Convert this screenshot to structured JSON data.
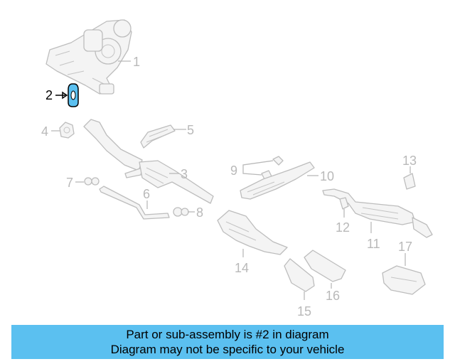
{
  "callouts": {
    "c1": "1",
    "c2": "2",
    "c3": "3",
    "c4": "4",
    "c5": "5",
    "c6": "6",
    "c7": "7",
    "c8": "8",
    "c9": "9",
    "c10": "10",
    "c11": "11",
    "c12": "12",
    "c13": "13",
    "c14": "14",
    "c15": "15",
    "c16": "16",
    "c17": "17"
  },
  "highlight": {
    "part": "2",
    "color": "#5bc0f0"
  },
  "banner": {
    "line1": "Part or sub-assembly is #2 in diagram",
    "line2": "Diagram may not be specific to your vehicle",
    "background": "#5bc0f0"
  }
}
